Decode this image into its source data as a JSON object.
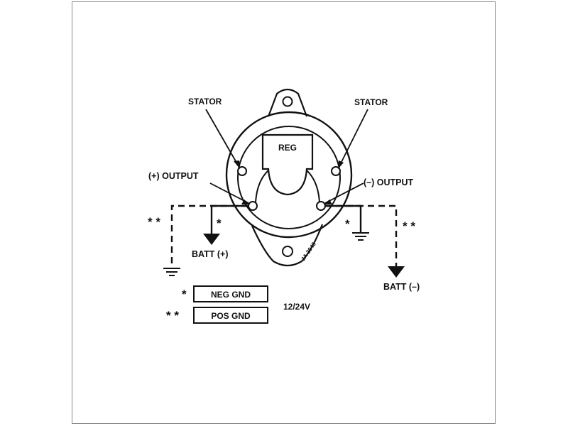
{
  "diagram": {
    "labels": {
      "stator_left": "STATOR",
      "stator_right": "STATOR",
      "reg": "REG",
      "plus_output": "(+) OUTPUT",
      "minus_output": "(–) OUTPUT",
      "batt_plus": "BATT (+)",
      "batt_minus": "BATT (–)",
      "part_code": "JA 2045"
    },
    "stars": {
      "single": "*",
      "double": "* *"
    },
    "legend": {
      "neg_marker": "*",
      "neg_label": "NEG GND",
      "pos_marker": "* *",
      "pos_label": "POS GND",
      "voltage": "12/24V"
    }
  }
}
